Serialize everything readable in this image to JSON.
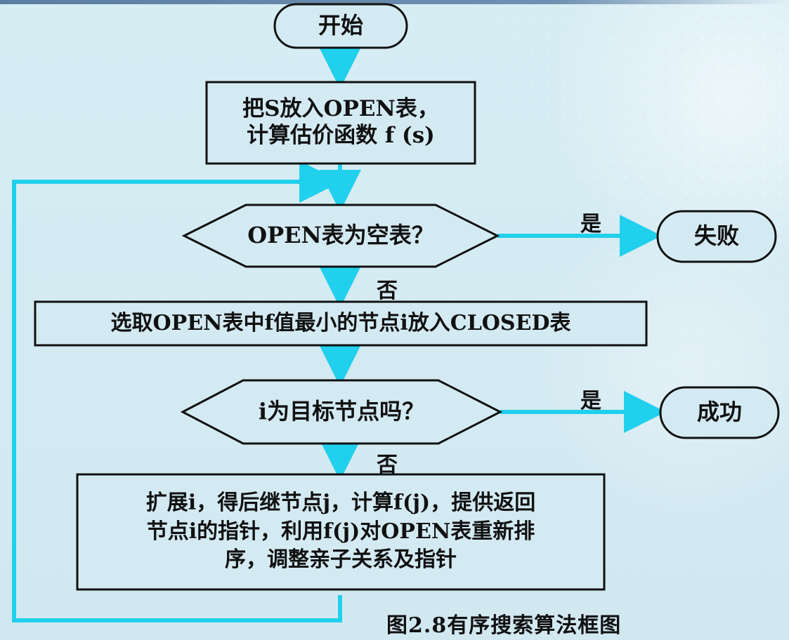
{
  "caption": "图2.8有序搜索算法框图",
  "nodes": {
    "start": "开始",
    "init": "把S放入OPEN表，\n计算估价函数 f (s)",
    "decision_open_empty": "OPEN表为空表？",
    "fail": "失败",
    "select": "选取OPEN表中f值最小的节点i放入CLOSED表",
    "decision_goal": "i为目标节点吗？",
    "success": "成功",
    "expand": "扩展i，得后继节点j，计算f(j)，提供返回\n节点i的指针，利用f(j)对OPEN表重新排\n序，调整亲子关系及指针"
  },
  "labels": {
    "yes_1": "是",
    "no_1": "否",
    "yes_2": "是",
    "no_2": "否"
  },
  "colors": {
    "arrow": "#20d0ec",
    "stroke": "#111111",
    "fill": "#d4eaf2",
    "background": "#d4eaf2"
  }
}
